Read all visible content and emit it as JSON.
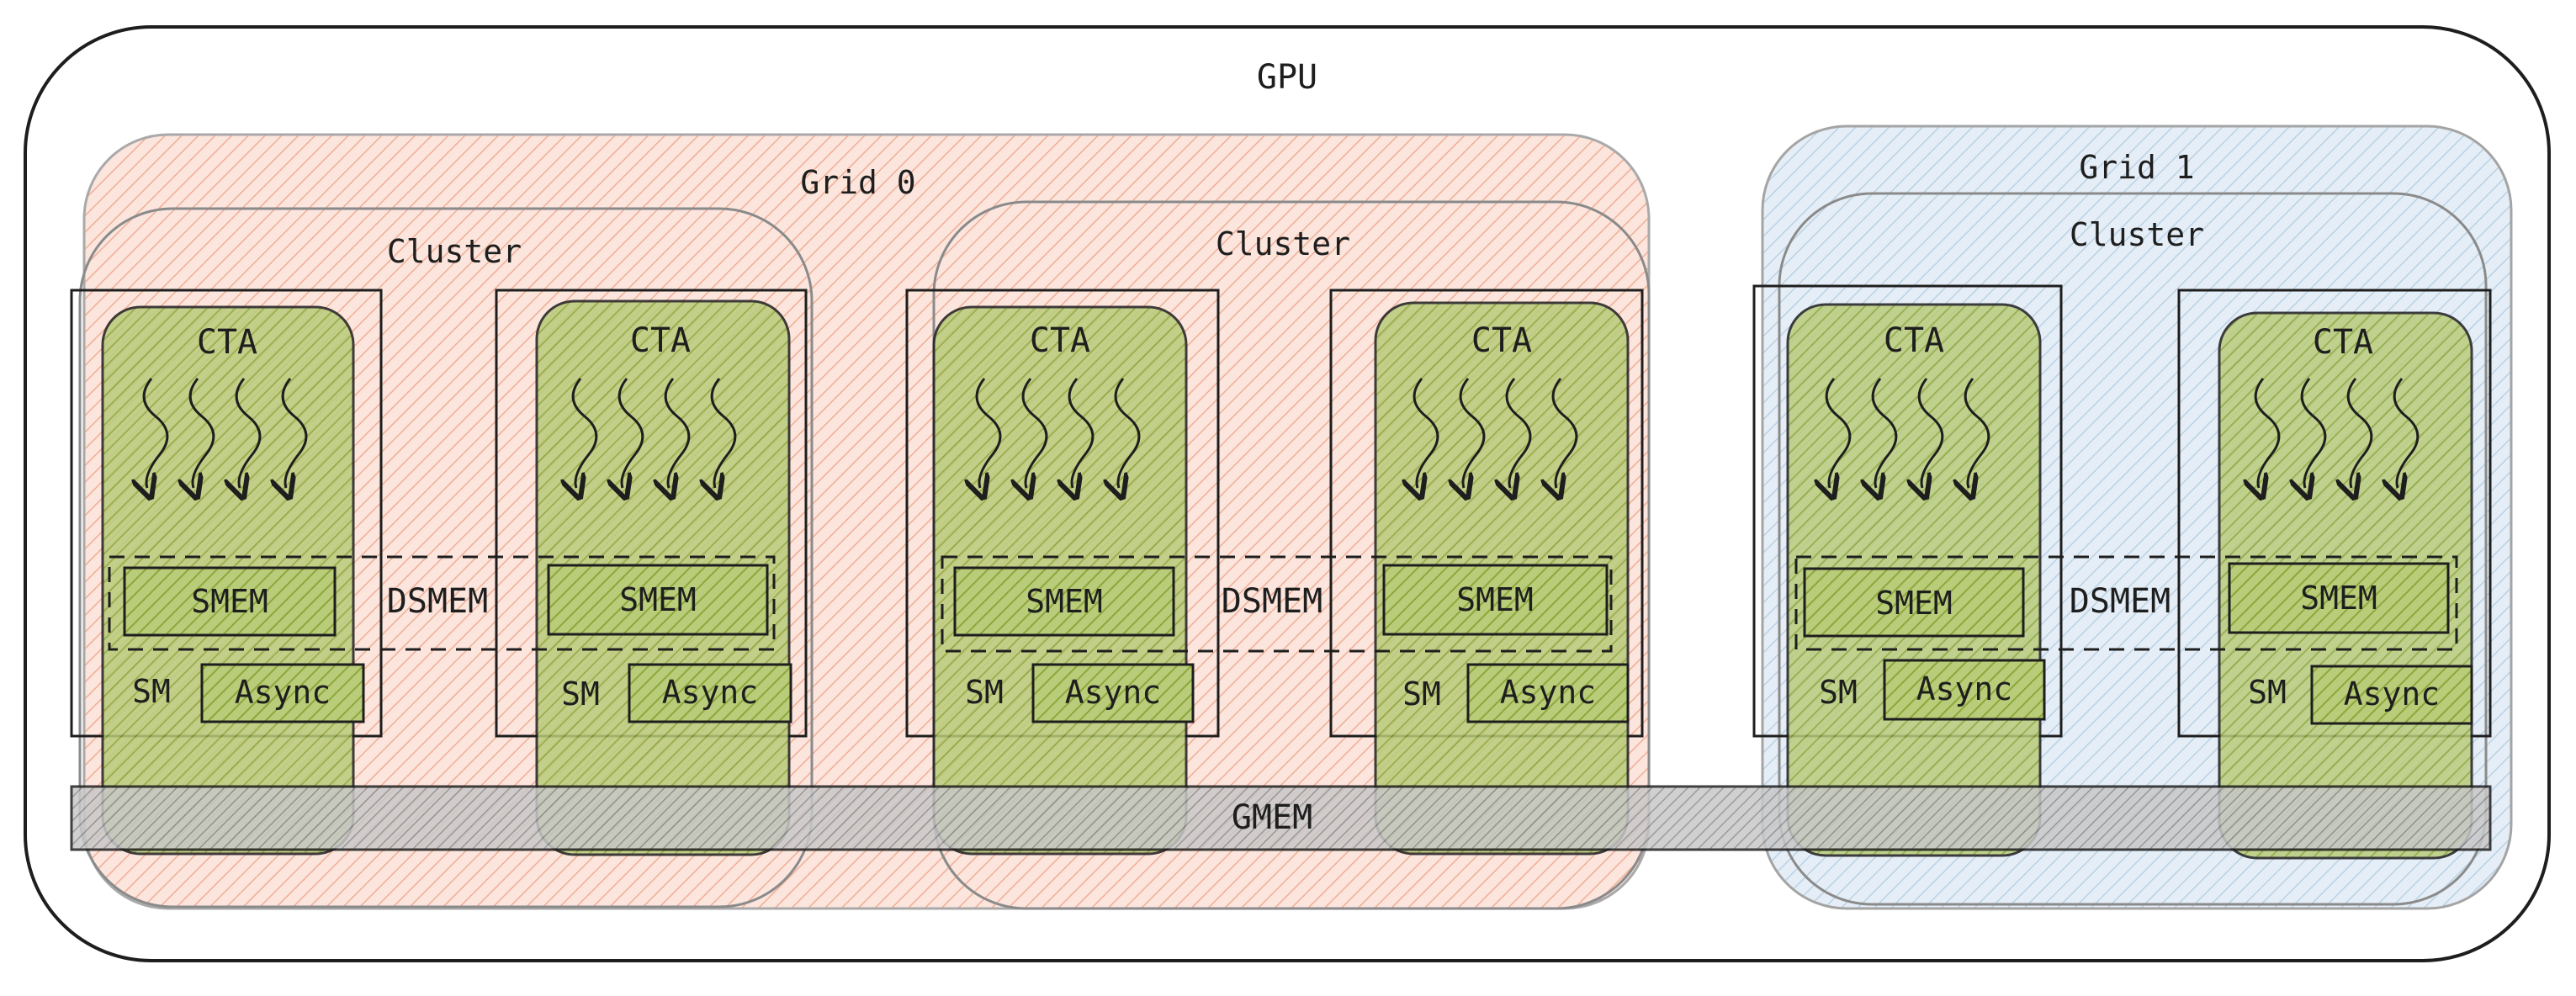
{
  "gpu": {
    "label": "GPU"
  },
  "grids": [
    {
      "label": "Grid 0",
      "color": "#f08c6a",
      "clusters": [
        {
          "label": "Cluster",
          "dsmem_label": "DSMEM",
          "ctas": [
            {
              "label": "CTA",
              "smem": "SMEM",
              "sm": "SM",
              "async": "Async"
            },
            {
              "label": "CTA",
              "smem": "SMEM",
              "sm": "SM",
              "async": "Async"
            }
          ]
        },
        {
          "label": "Cluster",
          "dsmem_label": "DSMEM",
          "ctas": [
            {
              "label": "CTA",
              "smem": "SMEM",
              "sm": "SM",
              "async": "Async"
            },
            {
              "label": "CTA",
              "smem": "SMEM",
              "sm": "SM",
              "async": "Async"
            }
          ]
        }
      ]
    },
    {
      "label": "Grid 1",
      "color": "#a5c8e4",
      "clusters": [
        {
          "label": "Cluster",
          "dsmem_label": "DSMEM",
          "ctas": [
            {
              "label": "CTA",
              "smem": "SMEM",
              "sm": "SM",
              "async": "Async"
            },
            {
              "label": "CTA",
              "smem": "SMEM",
              "sm": "SM",
              "async": "Async"
            }
          ]
        }
      ]
    }
  ],
  "gmem": {
    "label": "GMEM"
  },
  "colors": {
    "cta_fill": "#8fb03a",
    "stroke": "#1e1e1e",
    "gmem_fill": "#9a9a9a"
  }
}
